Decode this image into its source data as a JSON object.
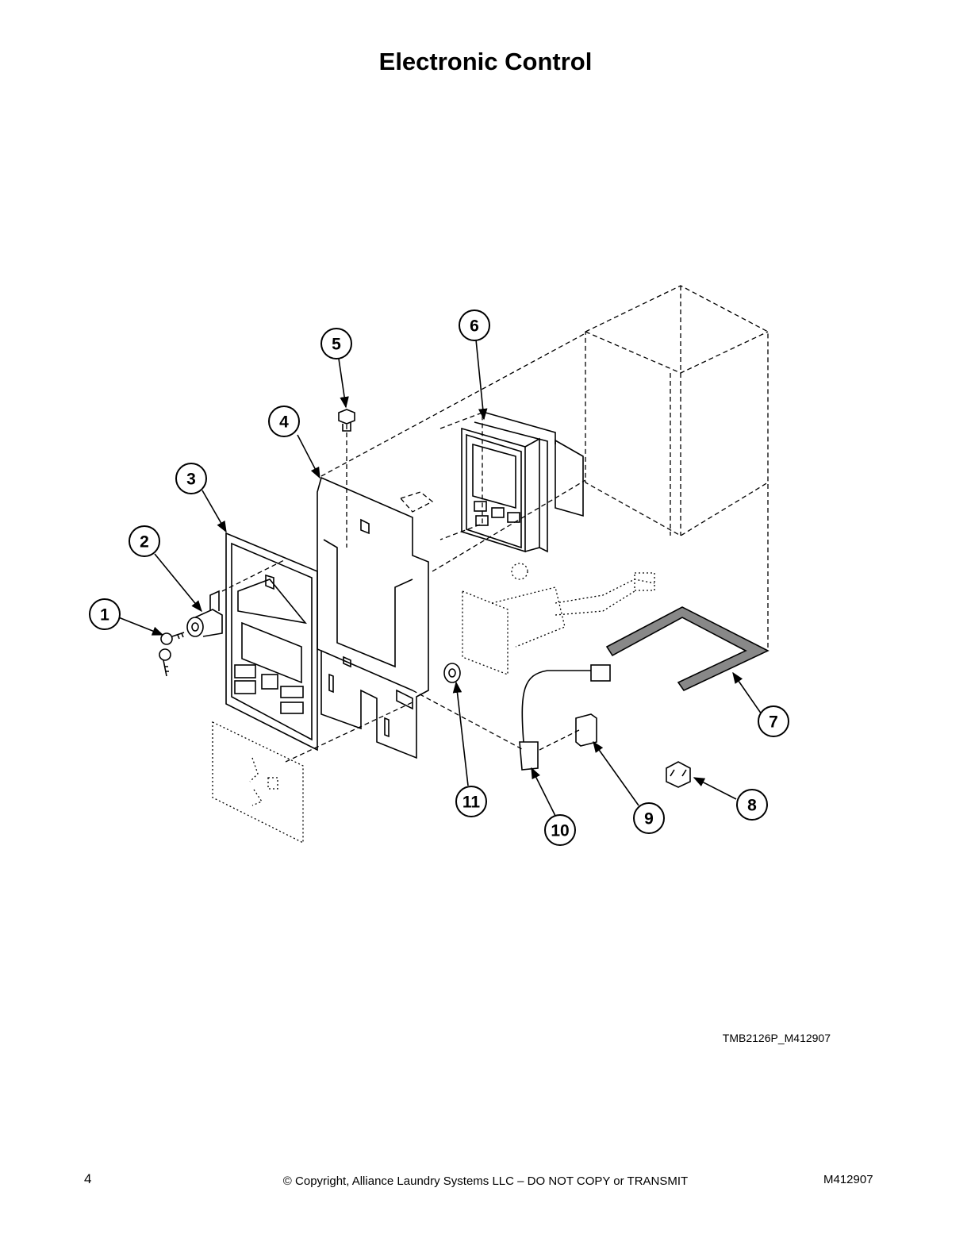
{
  "title": "Electronic Control",
  "callouts": [
    "1",
    "2",
    "3",
    "4",
    "5",
    "6",
    "7",
    "8",
    "9",
    "10",
    "11"
  ],
  "drawing_ref": "TMB2126P_M412907",
  "footer": {
    "page_number": "4",
    "copyright": "© Copyright, Alliance Laundry Systems LLC – DO NOT COPY or TRANSMIT",
    "doc_number": "M412907"
  }
}
